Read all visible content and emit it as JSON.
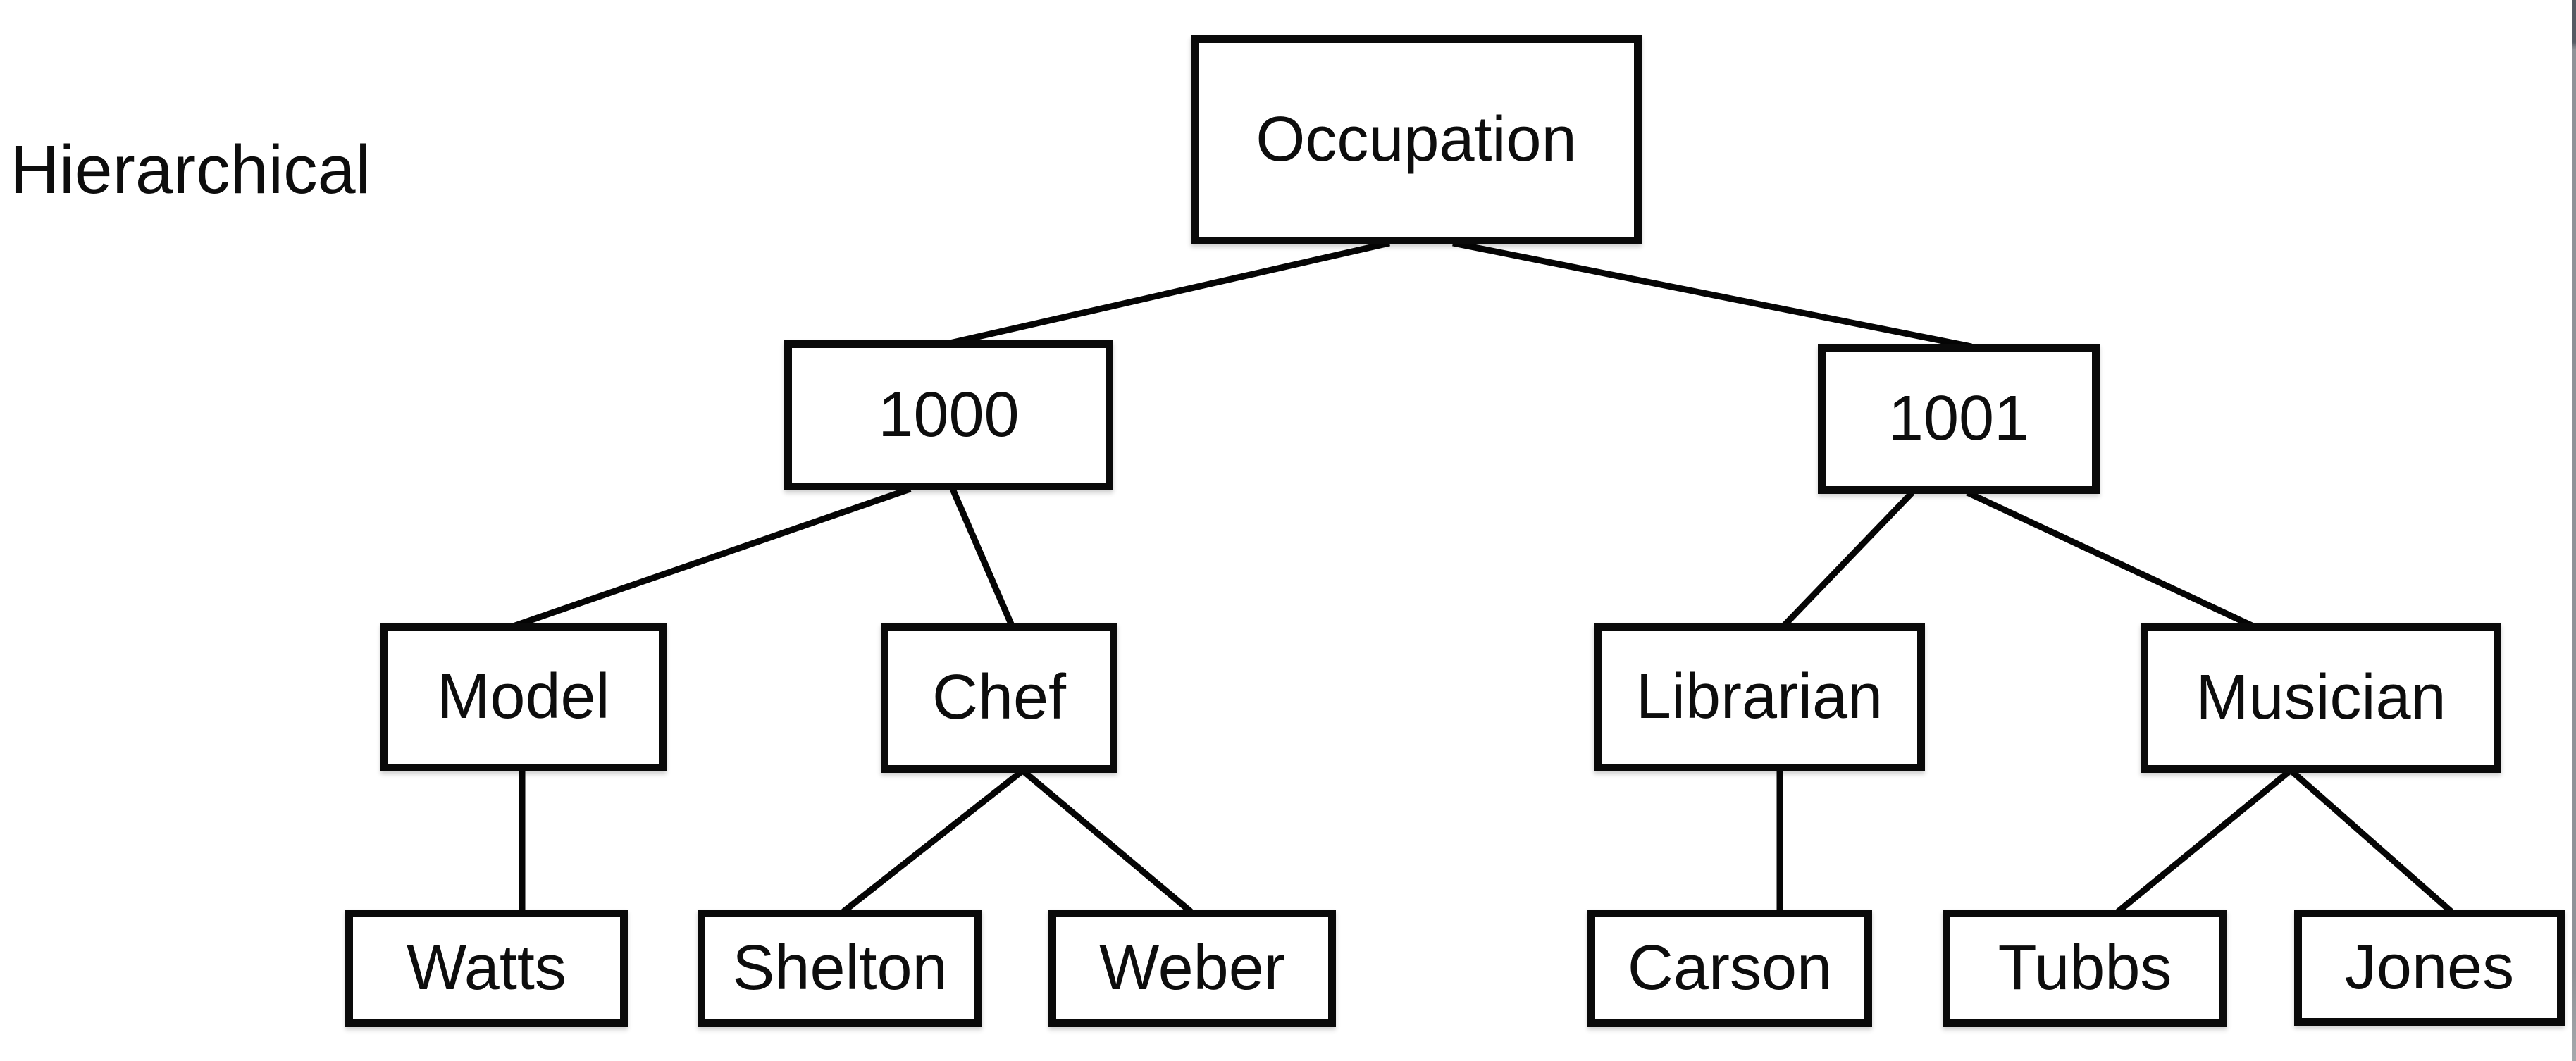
{
  "diagram": {
    "title": "Hierarchical",
    "type": "tree",
    "tree": {
      "label": "Occupation",
      "children": [
        {
          "label": "1000",
          "children": [
            {
              "label": "Model",
              "children": [
                {
                  "label": "Watts",
                  "children": []
                }
              ]
            },
            {
              "label": "Chef",
              "children": [
                {
                  "label": "Shelton",
                  "children": []
                },
                {
                  "label": "Weber",
                  "children": []
                }
              ]
            }
          ]
        },
        {
          "label": "1001",
          "children": [
            {
              "label": "Librarian",
              "children": [
                {
                  "label": "Carson",
                  "children": []
                }
              ]
            },
            {
              "label": "Musician",
              "children": [
                {
                  "label": "Tubbs",
                  "children": []
                },
                {
                  "label": "Jones",
                  "children": []
                }
              ]
            }
          ]
        }
      ]
    },
    "colors": {
      "background": "#ffffff",
      "box_border": "#0a0a0a",
      "text": "#0d0d0d",
      "connector": "#050505"
    }
  }
}
